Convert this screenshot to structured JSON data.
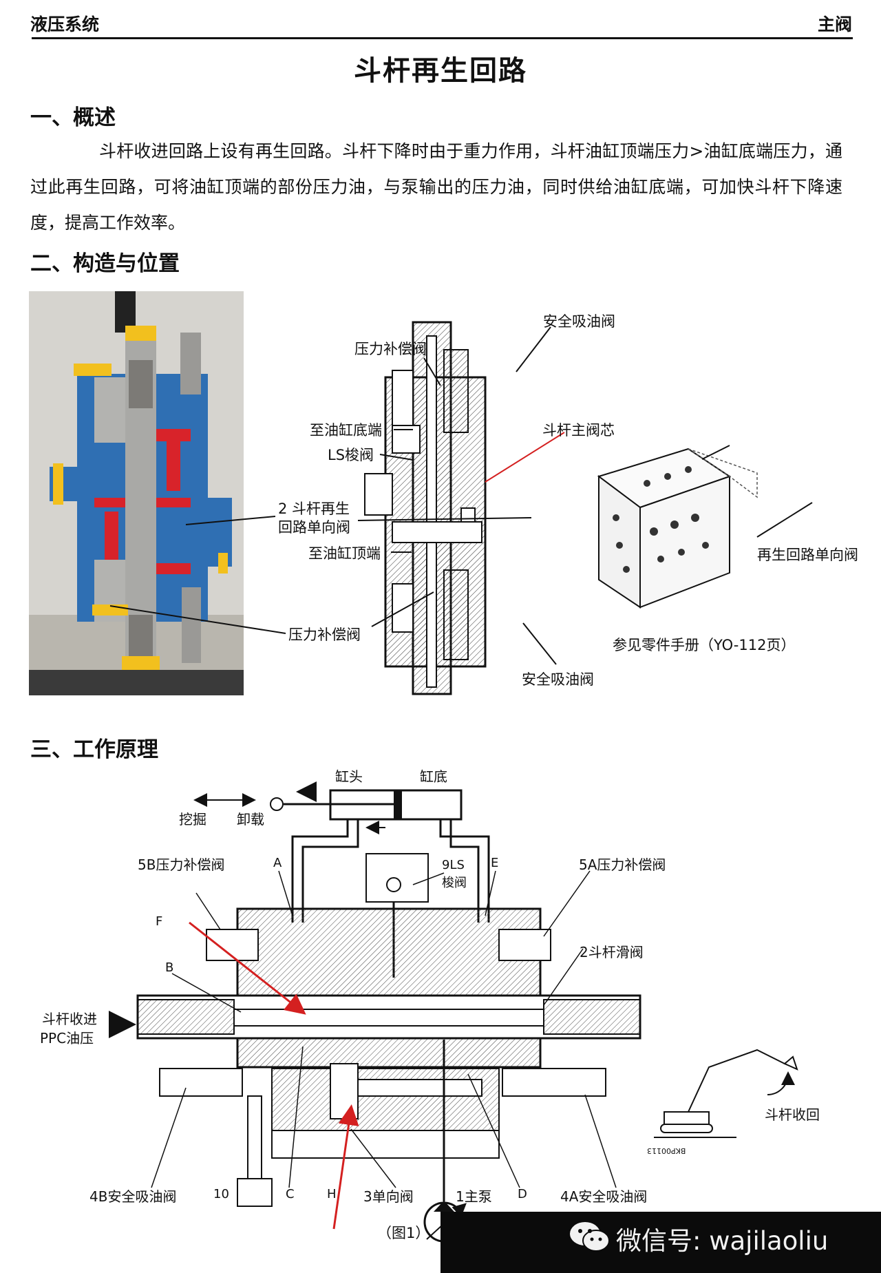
{
  "header": {
    "left": "液压系统",
    "right": "主阀"
  },
  "title": "斗杆再生回路",
  "section1": {
    "heading": "一、概述",
    "paragraph": "斗杆收进回路上设有再生回路。斗杆下降时由于重力作用，斗杆油缸顶端压力>油缸底端压力，通过此再生回路，可将油缸顶端的部份压力油，与泵输出的压力油，同时供给油缸底端，可加快斗杆下降速度，提高工作效率。"
  },
  "section2": {
    "heading": "二、构造与位置",
    "labels": {
      "safety_valve_top": "安全吸油阀",
      "pressure_comp_top": "压力补偿阀",
      "to_cyl_bottom": "至油缸底端",
      "ls_shuttle": "LS梭阀",
      "arm_spool": "斗杆主阀芯",
      "regen_check_1": "2 斗杆再生",
      "regen_check_2": "回路单向阀",
      "to_cyl_head": "至油缸顶端",
      "pressure_comp_bottom": "压力补偿阀",
      "safety_valve_bottom": "安全吸油阀",
      "regen_check_block": "再生回路单向阀",
      "parts_ref": "参见零件手册（YO-112页）"
    }
  },
  "section3": {
    "heading": "三、工作原理",
    "labels": {
      "cyl_head": "缸头",
      "cyl_bottom": "缸底",
      "dig": "挖掘",
      "dump": "卸载",
      "comp_5b": "5B压力补偿阀",
      "comp_5a": "5A压力补偿阀",
      "port_a": "A",
      "port_e": "E",
      "ls_9a": "9LS",
      "ls_9b": "梭阀",
      "port_f": "F",
      "port_b": "B",
      "spool_2": "2斗杆滑阀",
      "ppc_1": "斗杆收进",
      "ppc_2": "PPC油压",
      "arm_in": "斗杆收回",
      "code": "BKP00113",
      "safety_4b": "4B安全吸油阀",
      "n10": "10",
      "port_c": "C",
      "port_h": "H",
      "check_3": "3单向阀",
      "pump_1": "1主泵",
      "port_d": "D",
      "safety_4a": "4A安全吸油阀"
    },
    "caption": "（图1）"
  },
  "watermark": "微信号: wajilaoliu",
  "colors": {
    "section_blue": "#2f6fb3",
    "oil_red": "#d8232a",
    "accent_yellow": "#f2c01e",
    "arrow_red": "#d42020"
  }
}
